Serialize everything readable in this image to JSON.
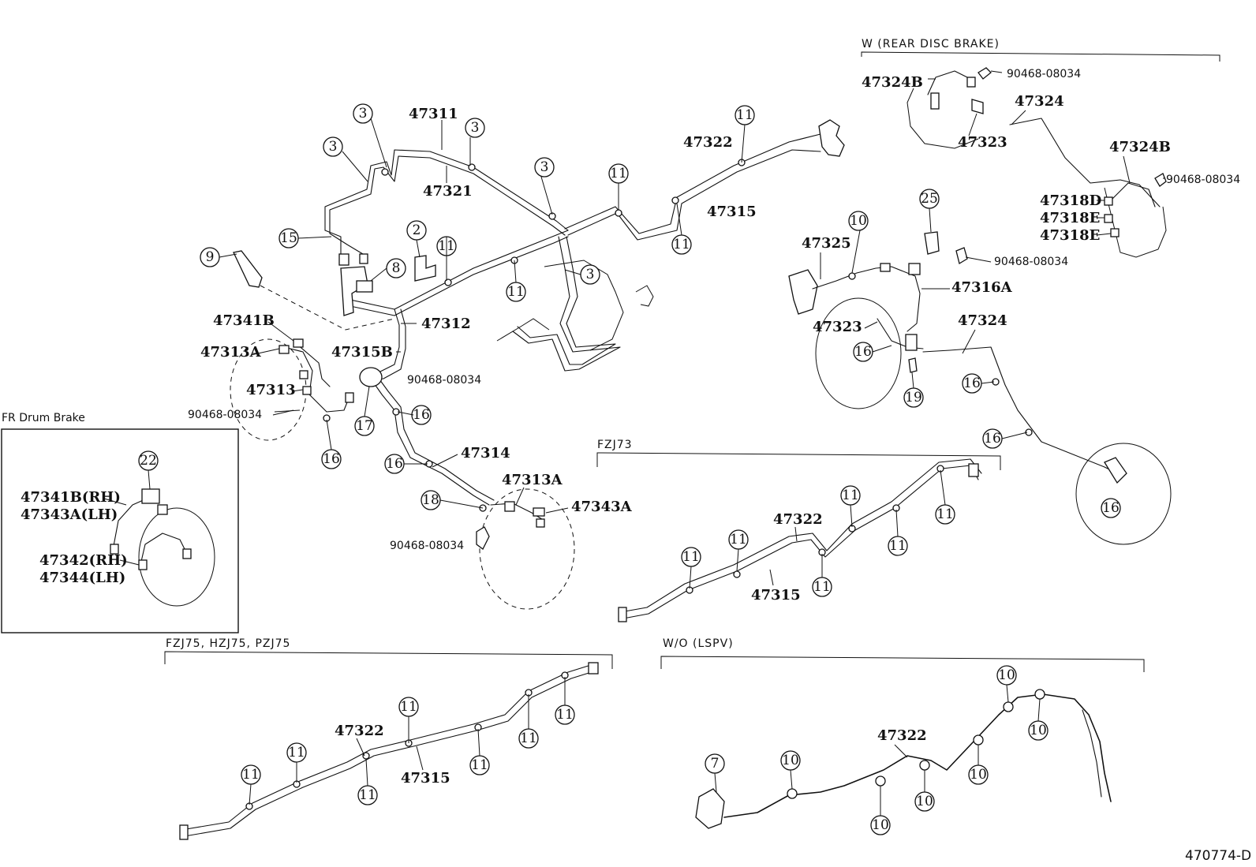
{
  "captions": {
    "rear_disc": "W (REAR DISC BRAKE)",
    "fr_drum": "FR Drum Brake",
    "fzj73": "FZJ73",
    "fzj75": "FZJ75, HZJ75, PZJ75",
    "wo_lspv": "W/O (LSPV)",
    "diagram_id": "470774-D"
  },
  "part_numbers": {
    "p47311": "47311",
    "p47321": "47321",
    "p47322_main": "47322",
    "p47315_main": "47315",
    "p47312": "47312",
    "p47315B": "47315B",
    "p47341B": "47341B",
    "p47313A_left": "47313A",
    "p47313": "47313",
    "p47314": "47314",
    "p47313A_right": "47313A",
    "p47343A": "47343A",
    "p47324B_top": "47324B",
    "p47324_top": "47324",
    "p47323_top": "47323",
    "p47324B_right": "47324B",
    "p47318D": "47318D",
    "p47318E_1": "47318E",
    "p47318E_2": "47318E",
    "p47325": "47325",
    "p47316A": "47316A",
    "p47323_mid": "47323",
    "p47324_mid": "47324",
    "drum_47341B": "47341B(RH)",
    "drum_47343A": "47343A(LH)",
    "drum_47342": "47342(RH)",
    "drum_47344": "47344(LH)",
    "fzj73_47322": "47322",
    "fzj73_47315": "47315",
    "fzj75_47322": "47322",
    "fzj75_47315": "47315",
    "lspv_47322": "47322"
  },
  "clip_refs": {
    "r1": "90468-08034",
    "r2": "90468-08034",
    "r3": "90468-08034",
    "r4": "90468-08034",
    "r5": "90468-08034",
    "r6": "90468-08034"
  },
  "callouts": {
    "c2": "2",
    "c3": "3",
    "c7": "7",
    "c8": "8",
    "c9": "9",
    "c10": "10",
    "c11": "11",
    "c15": "15",
    "c16": "16",
    "c17": "17",
    "c18": "18",
    "c19": "19",
    "c22": "22",
    "c25": "25"
  }
}
